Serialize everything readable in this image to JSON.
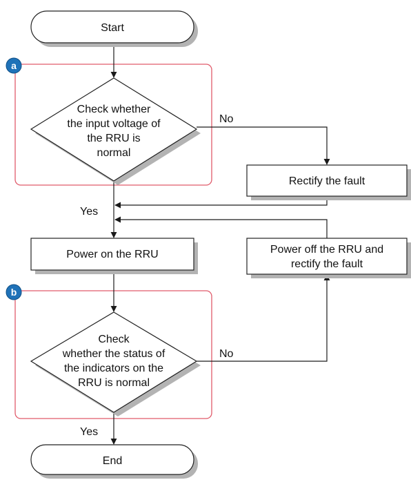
{
  "nodes": {
    "start": {
      "label": "Start"
    },
    "check_voltage": {
      "lines": [
        "Check whether",
        "the input voltage of",
        "the RRU is",
        "normal"
      ]
    },
    "rectify_fault": {
      "label": "Rectify the fault"
    },
    "power_on": {
      "label": "Power on the RRU"
    },
    "power_off_rectify": {
      "lines": [
        "Power off the RRU and",
        "rectify the fault"
      ]
    },
    "check_indicators": {
      "lines": [
        "Check",
        "whether the status of",
        "the indicators on the",
        "RRU is normal"
      ]
    },
    "end": {
      "label": "End"
    }
  },
  "edges": {
    "voltage_no": "No",
    "voltage_yes": "Yes",
    "indicators_no": "No",
    "indicators_yes": "Yes"
  },
  "groups": {
    "a": {
      "marker": "a"
    },
    "b": {
      "marker": "b"
    }
  },
  "colors": {
    "group_frame": "#e05a6a",
    "marker_fill": "#1f72b8",
    "marker_stroke": "#0f4f85",
    "line": "#1a1a1a",
    "shadow": "#b3b3b3"
  }
}
